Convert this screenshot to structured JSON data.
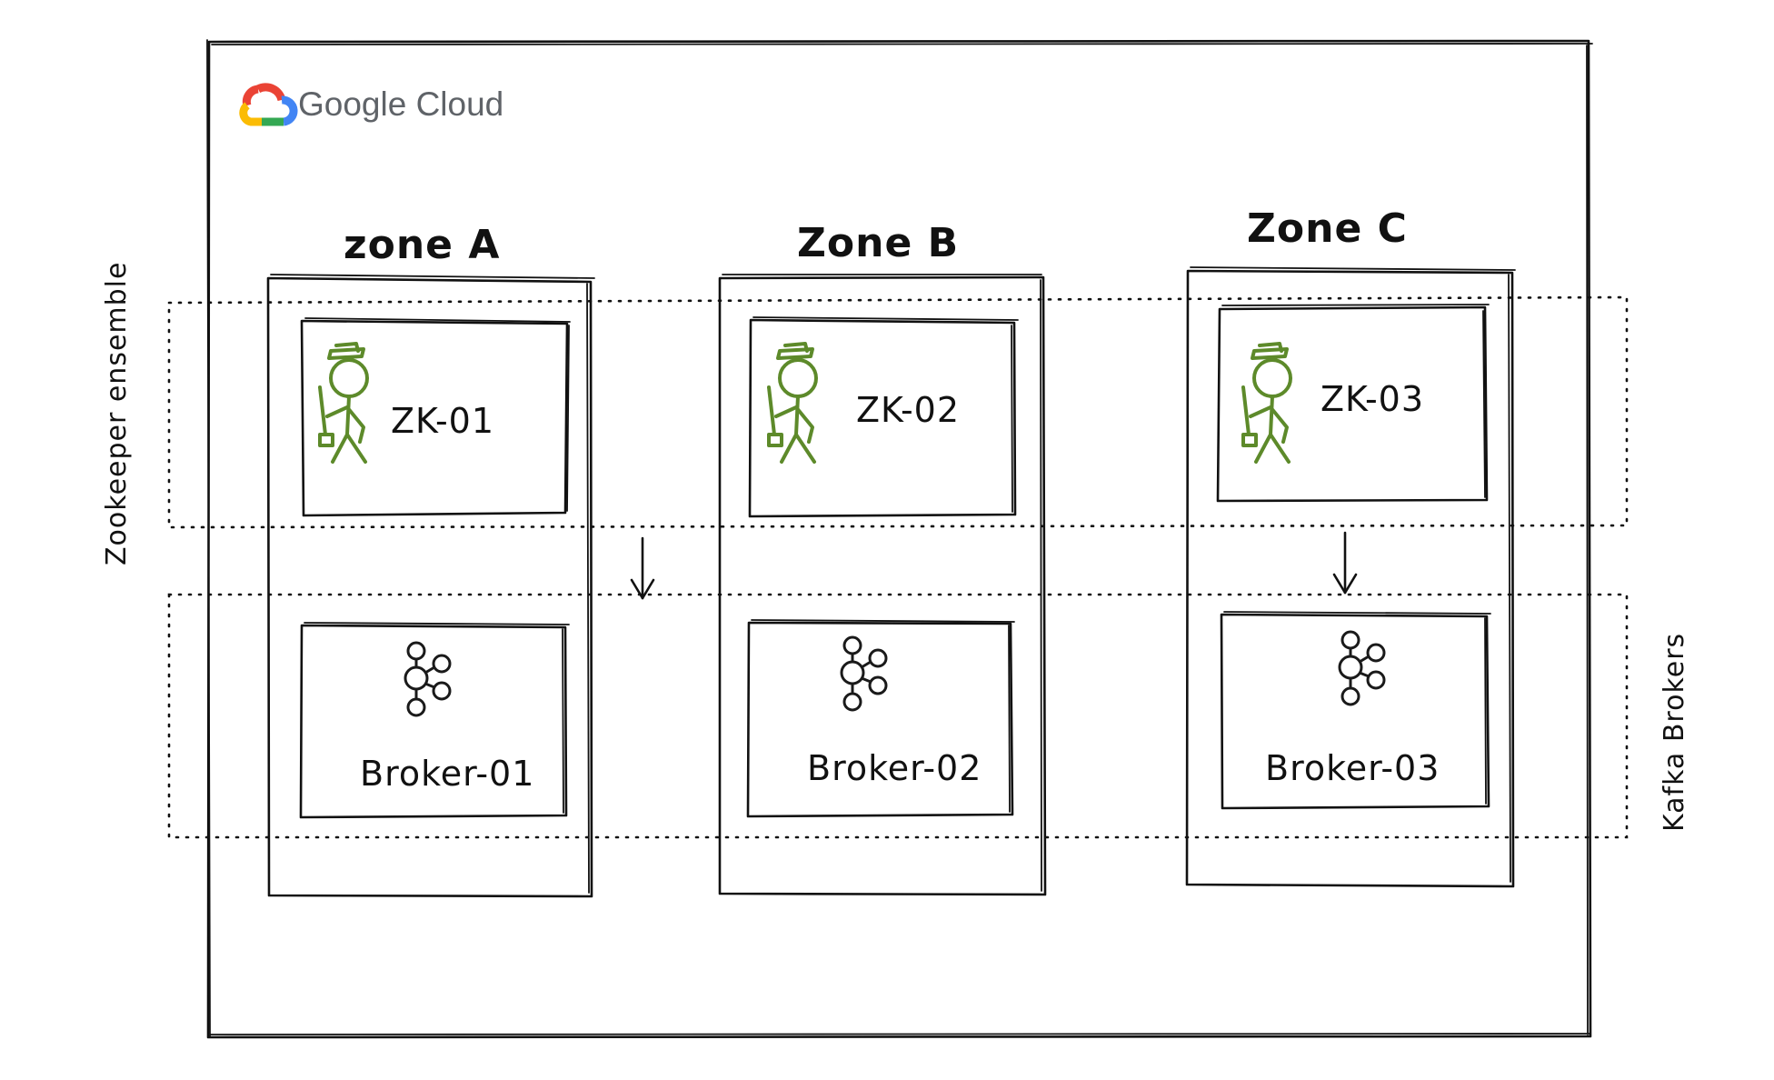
{
  "logo": {
    "text": "Google Cloud",
    "colors": {
      "red": "#EA4335",
      "blue": "#4285F4",
      "yellow": "#FBBC04",
      "green": "#34A853",
      "text": "#5f6368"
    }
  },
  "zones": [
    {
      "title": "zone A",
      "zookeeper": "ZK-01",
      "broker": "Broker-01"
    },
    {
      "title": "Zone B",
      "zookeeper": "ZK-02",
      "broker": "Broker-02"
    },
    {
      "title": "Zone C",
      "zookeeper": "ZK-03",
      "broker": "Broker-03"
    }
  ],
  "groups": {
    "zookeeper": "Zookeeper ensemble",
    "kafka": "Kafka Brokers"
  },
  "icons": {
    "zookeeper": "zookeeper-figure-icon",
    "kafka": "kafka-icon",
    "accent_green": "#5d8a2a"
  }
}
